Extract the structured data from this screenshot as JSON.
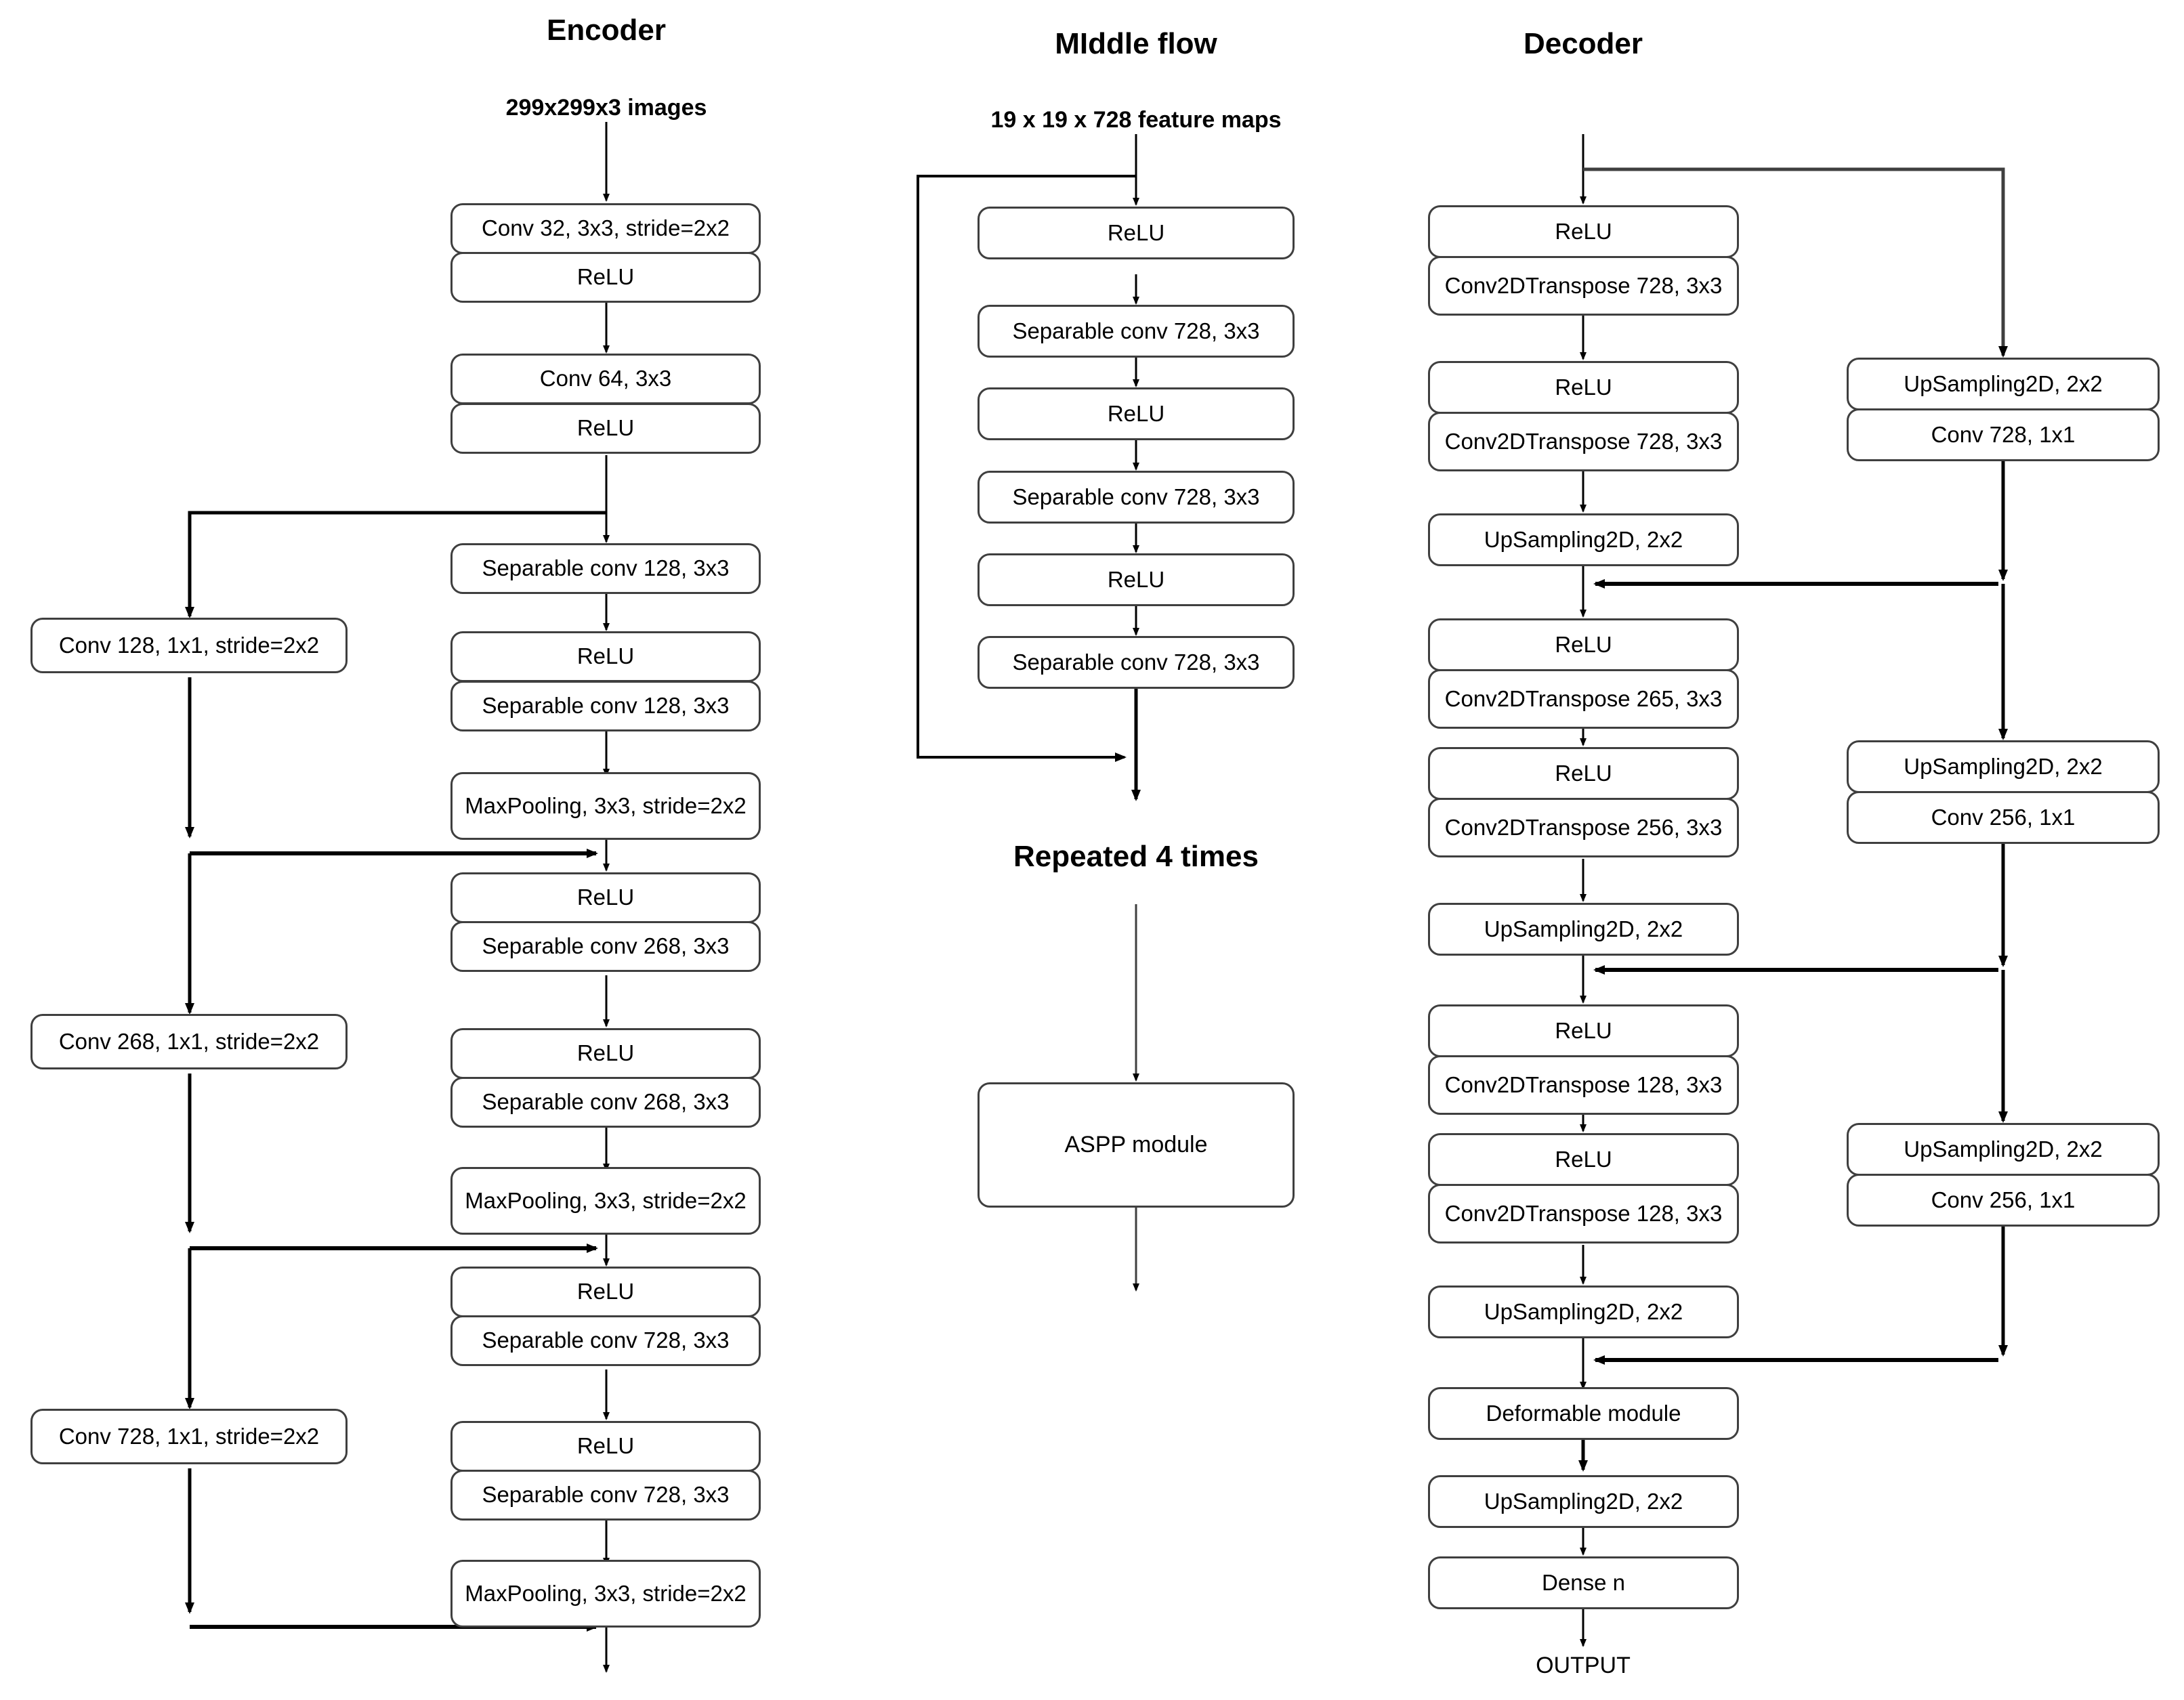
{
  "columns": {
    "encoder": {
      "title": "Encoder",
      "input_label": "299x299x3 images",
      "main_nodes": [
        "Conv 32, 3x3, stride=2x2",
        "ReLU",
        "Conv 64, 3x3",
        "ReLU",
        "Separable conv 128, 3x3",
        "ReLU",
        "Separable conv 128, 3x3",
        "MaxPooling, 3x3, stride=2x2",
        "ReLU",
        "Separable conv 268, 3x3",
        "ReLU",
        "Separable conv 268, 3x3",
        "MaxPooling, 3x3, stride=2x2",
        "ReLU",
        "Separable conv 728, 3x3",
        "ReLU",
        "Separable conv 728, 3x3",
        "MaxPooling, 3x3, stride=2x2"
      ],
      "skip_nodes": [
        "Conv 128, 1x1, stride=2x2",
        "Conv 268, 1x1, stride=2x2",
        "Conv 728, 1x1, stride=2x2"
      ]
    },
    "middle_flow": {
      "title": "MIddle flow",
      "input_label": "19 x 19 x 728 feature maps",
      "main_nodes": [
        "ReLU",
        "Separable conv 728, 3x3",
        "ReLU",
        "Separable conv 728, 3x3",
        "ReLU",
        "Separable conv 728, 3x3"
      ],
      "repeat_label": "Repeated 4 times",
      "aspp_node": "ASPP module"
    },
    "decoder": {
      "title": "Decoder",
      "main_nodes": [
        "ReLU",
        "Conv2DTranspose 728, 3x3",
        "ReLU",
        "Conv2DTranspose 728, 3x3",
        "UpSampling2D, 2x2",
        "ReLU",
        "Conv2DTranspose 265, 3x3",
        "ReLU",
        "Conv2DTranspose 256, 3x3",
        "UpSampling2D, 2x2",
        "ReLU",
        "Conv2DTranspose 128, 3x3",
        "ReLU",
        "Conv2DTranspose 128, 3x3",
        "UpSampling2D, 2x2",
        "Deformable module",
        "UpSampling2D, 2x2",
        "Dense n"
      ],
      "skip_nodes": [
        "UpSampling2D, 2x2",
        "Conv 728, 1x1",
        "UpSampling2D, 2x2",
        "Conv 256, 1x1",
        "UpSampling2D, 2x2",
        "Conv 256, 1x1"
      ],
      "output_label": "OUTPUT"
    }
  },
  "colors": {
    "box_border": "#3f3f3f",
    "wire": "#000000",
    "background": "#ffffff",
    "text": "#000000"
  }
}
